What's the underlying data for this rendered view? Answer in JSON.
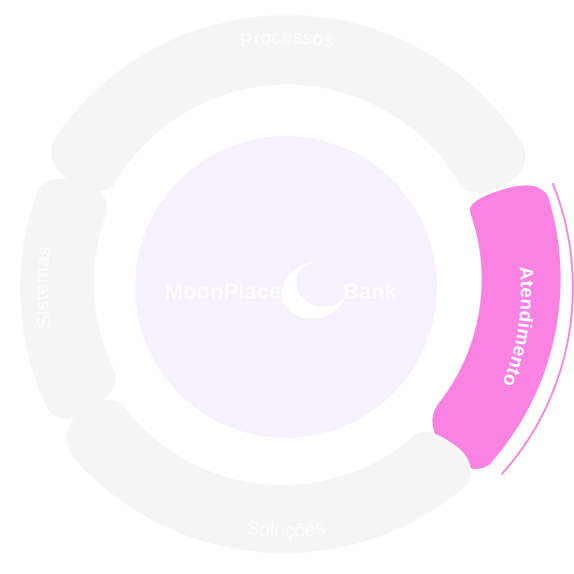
{
  "colors": {
    "background": "#ffffff",
    "segment_inactive": "#f5f5f5",
    "segment_active": "#fa82e2",
    "segment_active_outline": "#f58add",
    "label_inactive": "#fdfdfd",
    "label_active": "#ffffff",
    "center_fill": "#f7f0fe",
    "brand_text": "#fdfbff",
    "moon": "#ffffff"
  },
  "segments": [
    {
      "id": "processos",
      "label": "Processos",
      "active": false
    },
    {
      "id": "atendimento",
      "label": "Atendimento",
      "active": true
    },
    {
      "id": "solucoes",
      "label": "Soluções",
      "active": false
    },
    {
      "id": "sistemas",
      "label": "Sistemas",
      "active": false
    }
  ],
  "center": {
    "brand_left": "MoonPlace",
    "brand_right": "Bank",
    "logo_icon": "moon-icon"
  }
}
